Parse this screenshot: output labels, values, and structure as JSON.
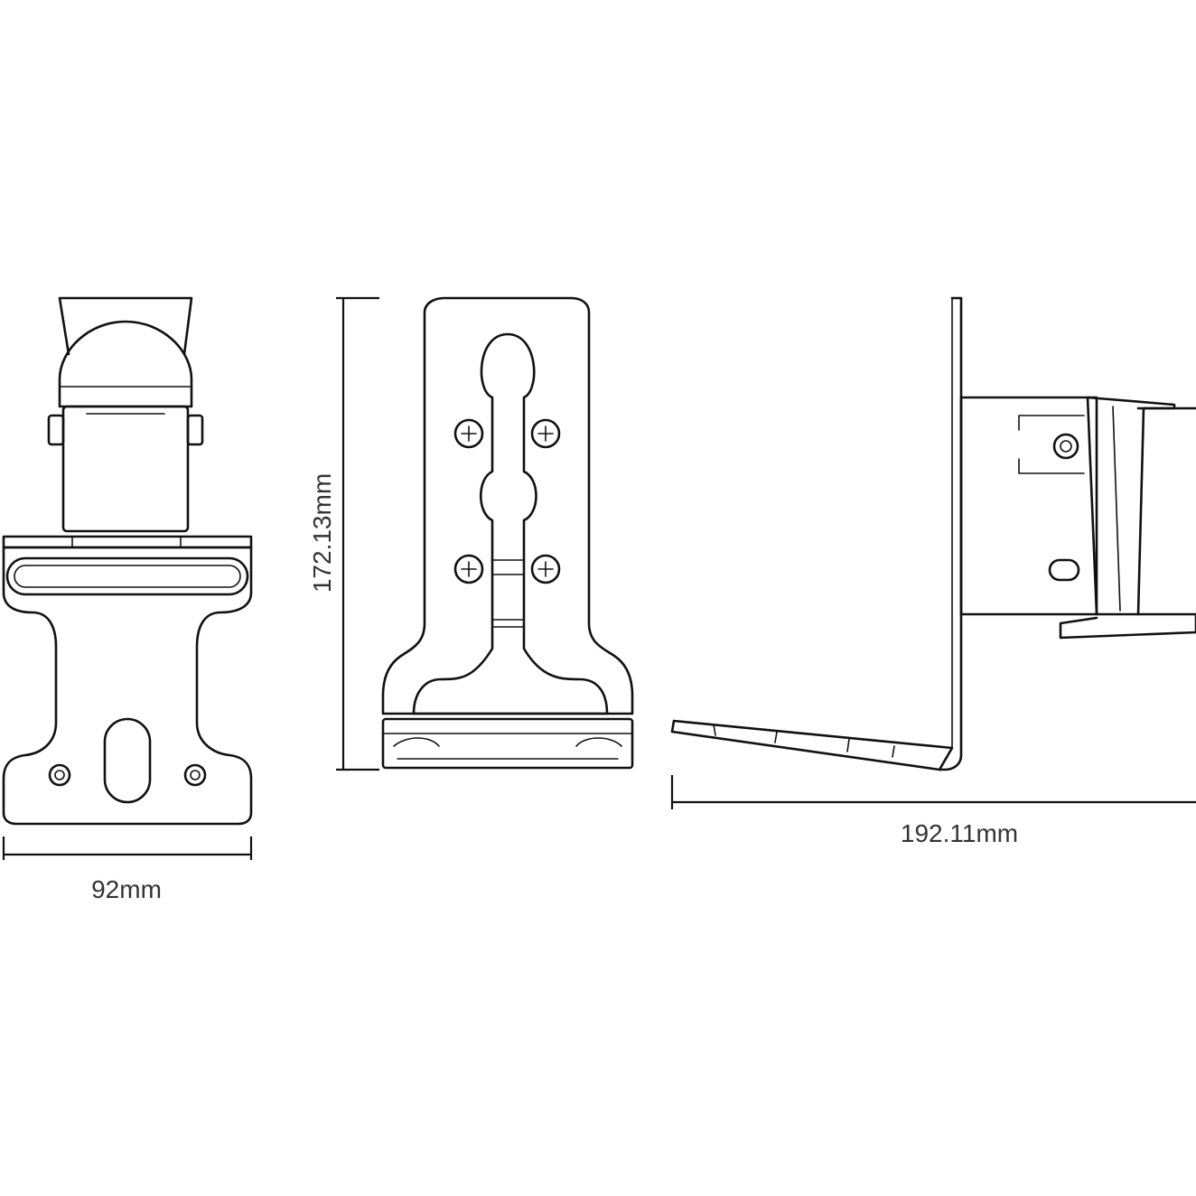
{
  "dimensions": {
    "width_label": "92mm",
    "height_label": "172.13mm",
    "depth_label": "192.11mm"
  },
  "colors": {
    "background": "#ffffff",
    "line": "#111111",
    "text": "#333333"
  }
}
